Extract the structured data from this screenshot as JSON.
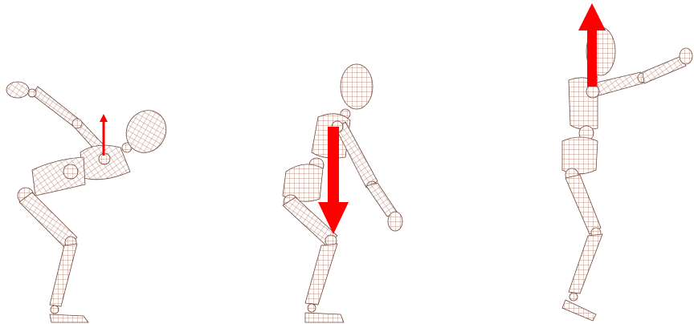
{
  "figure": {
    "description_text": "",
    "colors": {
      "background": "#ffffff",
      "wire": "#b4705a",
      "wire_dark": "#6b4a3e",
      "arrow": "#ff0000"
    },
    "figures": [
      {
        "name": "figure-bent-over",
        "arrow_direction": "up",
        "arrow_size": "small"
      },
      {
        "name": "figure-half-squat",
        "arrow_direction": "down",
        "arrow_size": "large"
      },
      {
        "name": "figure-upright-arms-raised",
        "arrow_direction": "up",
        "arrow_size": "large"
      }
    ]
  }
}
